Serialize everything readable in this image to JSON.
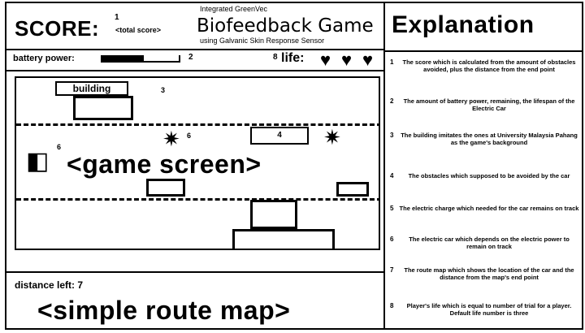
{
  "header": {
    "score_label": "SCORE:",
    "score_marker": "1",
    "score_placeholder": "<total score>",
    "title_line1": "Integrated GreenVec",
    "title_game": "Biofeedback Game",
    "title_line3": "using Galvanic Skin Response Sensor"
  },
  "status": {
    "battery_label": "battery power:",
    "battery_level": 0.55,
    "battery_marker": "2",
    "life_marker": "8",
    "life_label": "life:",
    "hearts": [
      "♥",
      "♥",
      "♥"
    ]
  },
  "game": {
    "building_label": "building",
    "building_marker": "3",
    "obstacle_marker": "4",
    "splat_marker": "6",
    "car_marker": "6",
    "screen_label": "<game screen>",
    "splat_glyph": "✷",
    "car_glyph": "◧"
  },
  "map": {
    "distance_label": "distance left:",
    "distance_marker": "7",
    "map_label": "<simple route map>"
  },
  "explanation": {
    "title": "Explanation",
    "items": [
      {
        "num": "1",
        "text": "The score which is calculated from the amount of obstacles avoided, plus the distance from the end point"
      },
      {
        "num": "2",
        "text": "The amount of battery power, remaining, the lifespan of the Electric Car"
      },
      {
        "num": "3",
        "text": "The building imitates the ones at University Malaysia Pahang as the game's background"
      },
      {
        "num": "4",
        "text": "The obstacles which supposed to be avoided by the car"
      },
      {
        "num": "5",
        "text": "The electric charge which needed for the car remains on track"
      },
      {
        "num": "6",
        "text": "The electric car which depends on the electric power to remain on track"
      },
      {
        "num": "7",
        "text": "The route map which shows the location of the car and the distance from the map's end point"
      },
      {
        "num": "8",
        "text": "Player's life which is equal to number of trial for a player. Default life number is three"
      }
    ]
  },
  "colors": {
    "ink": "#000000",
    "paper": "#ffffff"
  }
}
